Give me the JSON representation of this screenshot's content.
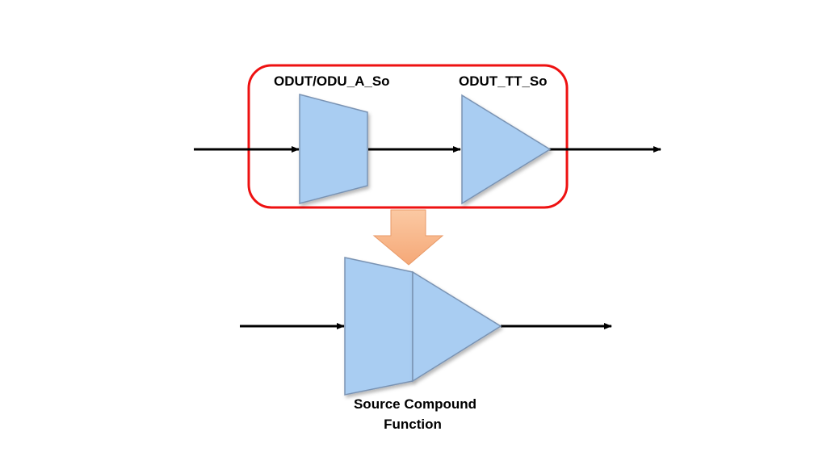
{
  "top_group": {
    "adaptation_label": "ODUT/ODU_A_So",
    "termination_label": "ODUT_TT_So"
  },
  "compound": {
    "label_line1": "Source Compound",
    "label_line2": "Function"
  },
  "colors": {
    "shape_fill": "#a9cdf2",
    "shape_stroke": "#7a93b3",
    "group_outline": "#ee1111",
    "merge_arrow": "#f8b98c",
    "signal_line": "#000000"
  }
}
